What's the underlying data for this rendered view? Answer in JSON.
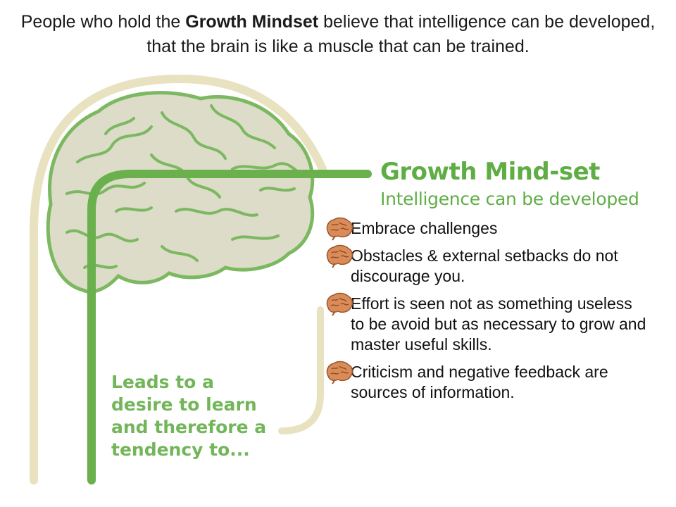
{
  "intro": {
    "before": "People who hold the ",
    "emphasis": "Growth Mindset",
    "after": " believe that intelligence can be developed, that the brain is like a muscle that can be trained."
  },
  "graphic": {
    "title": "Growth Mind-set",
    "subtitle": "Intelligence can be developed",
    "leads": "Leads to a desire to learn and therefore a tendency to...",
    "colors": {
      "green": "#6ab04c",
      "beige": "#e8e2c0",
      "brain": "#d9d9c4",
      "brain_stroke": "#7bb860",
      "bullet_brain": "#d98c57"
    }
  },
  "bullets": [
    {
      "icon": "brain-bullet-icon",
      "text": "Embrace challenges"
    },
    {
      "icon": "brain-bullet-icon",
      "text": "Obstacles & external setbacks do not discourage you."
    },
    {
      "icon": "brain-bullet-icon",
      "text": "Effort is seen not as something useless to be avoid but as necessary to grow and master useful skills."
    },
    {
      "icon": "brain-bullet-icon",
      "text": "Criticism and negative feedback are sources of information."
    }
  ]
}
